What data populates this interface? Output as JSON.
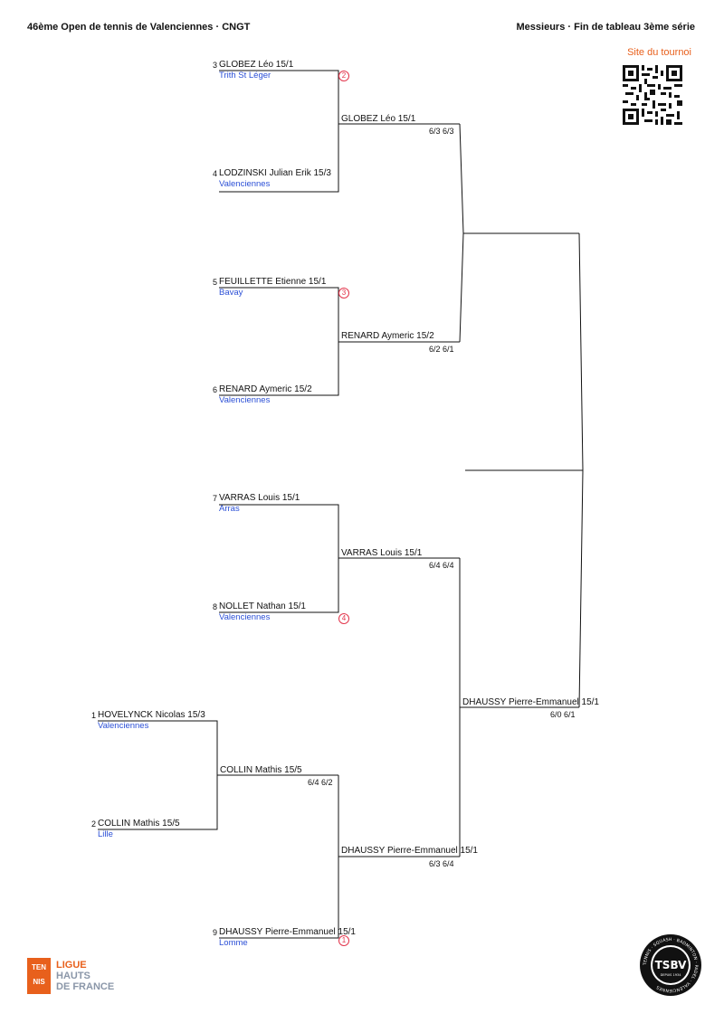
{
  "header": {
    "left_title": "46ème Open de tennis de Valenciennes · CNGT",
    "right_title": "Messieurs · Fin de tableau 3ème série",
    "site_link": "Site du tournoi"
  },
  "colors": {
    "accent": "#e8601c",
    "club": "#2b4fd6",
    "badge": "#e2334a"
  },
  "entries": [
    {
      "seed": "3",
      "name": "GLOBEZ Léo 15/1",
      "club": "Trith St Léger"
    },
    {
      "seed": "4",
      "name": "LODZINSKI Julian Erik 15/3",
      "club": "Valenciennes"
    },
    {
      "seed": "5",
      "name": "FEUILLETTE Etienne 15/1",
      "club": "Bavay"
    },
    {
      "seed": "6",
      "name": "RENARD Aymeric 15/2",
      "club": "Valenciennes"
    },
    {
      "seed": "7",
      "name": "VARRAS Louis 15/1",
      "club": "Arras"
    },
    {
      "seed": "8",
      "name": "NOLLET Nathan 15/1",
      "club": "Valenciennes"
    },
    {
      "seed": "1",
      "name": "HOVELYNCK Nicolas 15/3",
      "club": "Valenciennes"
    },
    {
      "seed": "2",
      "name": "COLLIN Mathis 15/5",
      "club": "Lille"
    },
    {
      "seed": "9",
      "name": "DHAUSSY Pierre-Emmanuel 15/1",
      "club": "Lomme"
    }
  ],
  "badges": [
    "2",
    "3",
    "4",
    "1"
  ],
  "matches": [
    {
      "winner": "GLOBEZ Léo 15/1",
      "score": "6/3 6/3"
    },
    {
      "winner": "RENARD Aymeric 15/2",
      "score": "6/2 6/1"
    },
    {
      "winner": "VARRAS Louis 15/1",
      "score": "6/4 6/4"
    },
    {
      "winner": "COLLIN Mathis 15/5",
      "score": "6/4 6/2"
    },
    {
      "winner": "DHAUSSY Pierre-Emmanuel 15/1",
      "score": "6/3 6/4"
    },
    {
      "winner": "DHAUSSY Pierre-Emmanuel 15/1",
      "score": "6/0 6/1"
    }
  ],
  "footer": {
    "ligue_box": [
      "TEN",
      "NIS"
    ],
    "ligue_lines": [
      "LIGUE",
      "HAUTS",
      "DE FRANCE"
    ],
    "club_logo_text": "TSBV",
    "club_logo_ring": "TENNIS · SQUASH · BADMINTON · PADEL · VALENCIENNES",
    "club_logo_since": "DEPUIS 1934"
  }
}
